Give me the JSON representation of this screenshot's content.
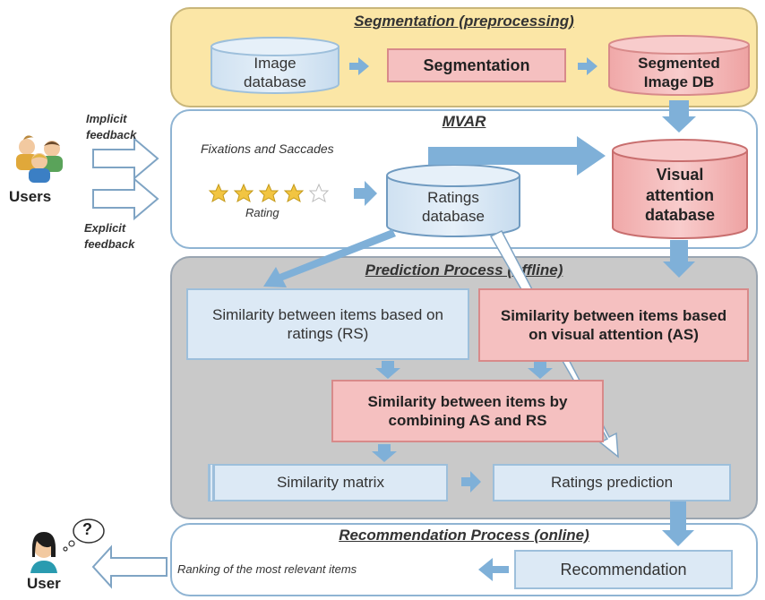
{
  "segmentation": {
    "title": "Segmentation (preprocessing)",
    "image_db": "Image database",
    "segmentation": "Segmentation",
    "segmented_db": "Segmented Image DB"
  },
  "mvar": {
    "title": "MVAR",
    "fixations": "Fixations and  Saccades",
    "rating": "Rating",
    "ratings_db": "Ratings database",
    "visual_db": "Visual attention database"
  },
  "users": {
    "label": "Users",
    "implicit": "Implicit feedback",
    "explicit": "Explicit feedback"
  },
  "prediction": {
    "title": "Prediction Process (offline)",
    "rs": "Similarity between items based on ratings (RS)",
    "as": "Similarity between items based on visual attention (AS)",
    "combine": "Similarity between items by combining AS and RS",
    "matrix": "Similarity matrix",
    "ratings_prediction": "Ratings prediction"
  },
  "recommendation": {
    "title": "Recommendation Process (online)",
    "ranking": "Ranking of the most relevant items",
    "recommendation": "Recommendation"
  },
  "user": {
    "label": "User",
    "question": "?"
  },
  "colors": {
    "yellow_panel": "#fbe6a6",
    "gray_panel": "#c9c9c9",
    "blue_box": "#dce9f5",
    "red_box": "#f5c0c0",
    "arrow": "#7fb0d8"
  }
}
